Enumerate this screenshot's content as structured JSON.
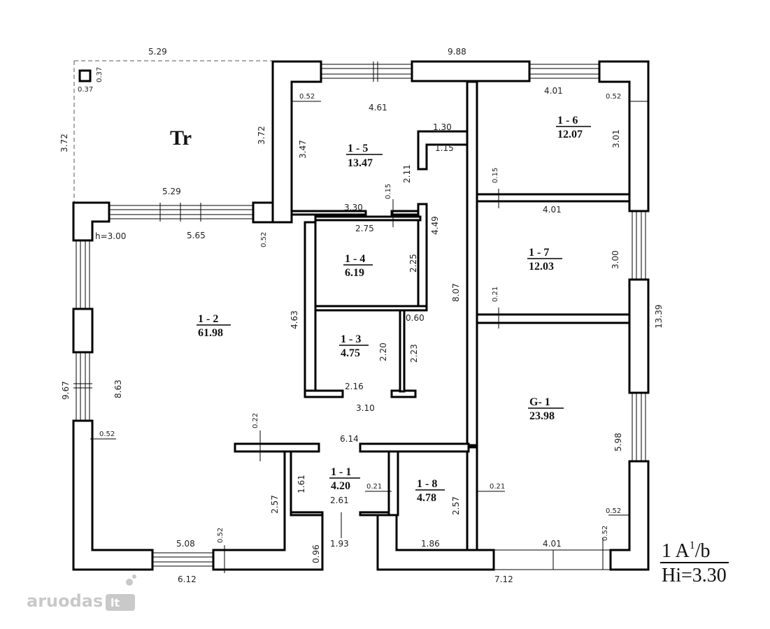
{
  "terrace": {
    "label": "Tr",
    "chimney_w": "0.37",
    "chimney_h": "0.37"
  },
  "stamp": {
    "line1_a": "1 A",
    "line1_sup": "1",
    "line1_b": "/b",
    "line2": "Hi=3.30"
  },
  "watermark": {
    "brand": "aruodas",
    "tld": "lt"
  },
  "ceiling_note": "h=3.00",
  "rooms": [
    {
      "id": "1 - 1",
      "area": "4.20"
    },
    {
      "id": "1 - 2",
      "area": "61.98"
    },
    {
      "id": "1 - 3",
      "area": "4.75"
    },
    {
      "id": "1 - 4",
      "area": "6.19"
    },
    {
      "id": "1 - 5",
      "area": "13.47"
    },
    {
      "id": "1 - 6",
      "area": "12.07"
    },
    {
      "id": "1 - 7",
      "area": "12.03"
    },
    {
      "id": "1 - 8",
      "area": "4.78"
    },
    {
      "id": "G- 1",
      "area": "23.98"
    }
  ],
  "dims": {
    "top_terrace": "5.29",
    "top_overall": "9.88",
    "terrace_left": "3.72",
    "terrace_right": "3.72",
    "terrace_bottom": "5.29",
    "r15_top": "4.61",
    "r15_left": "3.47",
    "r15_wall": "0.52",
    "r15_notch_w": "1.30",
    "r15_notch_h": "1.15",
    "r15_right": "2.11",
    "r15_bottom": "3.30",
    "r15_wall_015": "0.15",
    "r16_top": "4.01",
    "r16_wall": "0.52",
    "r16_right": "3.01",
    "r16_wall_015": "0.15",
    "r17_top": "4.01",
    "r17_right": "3.00",
    "r17_wall_021": "0.21",
    "overall_right": "13.39",
    "corridor": "4.49",
    "hall_len": "8.07",
    "r14_top": "2.75",
    "r14_right": "2.25",
    "r13_right": "2.20",
    "r13_gap": "0.60",
    "r13_side": "2.23",
    "r13_bottom": "2.16",
    "r13_out": "3.10",
    "r12_mid": "4.63",
    "r12_left": "8.63",
    "overall_left": "9.67",
    "r12_top": "5.65",
    "wall_052_a": "0.52",
    "wall_052_b": "0.52",
    "wall_022": "0.22",
    "r11_top": "6.14",
    "r11_left": "1.61",
    "r11_bottom": "2.61",
    "r11_wall": "0.21",
    "r12_lower": "2.57",
    "bottom_window": "5.08",
    "bottom_wall": "0.52",
    "bottom_left": "6.12",
    "entry_h": "0.96",
    "entry_w": "1.93",
    "r18_bottom": "1.86",
    "r18_side": "2.57",
    "r18_wall": "0.21",
    "g1_side": "5.98",
    "g1_wall": "0.52",
    "g1_bottom": "4.01",
    "g1_wall_b": "0.52",
    "bottom_right": "7.12"
  },
  "colors": {
    "ink": "#000000",
    "watermark": "#c9c9c9"
  }
}
